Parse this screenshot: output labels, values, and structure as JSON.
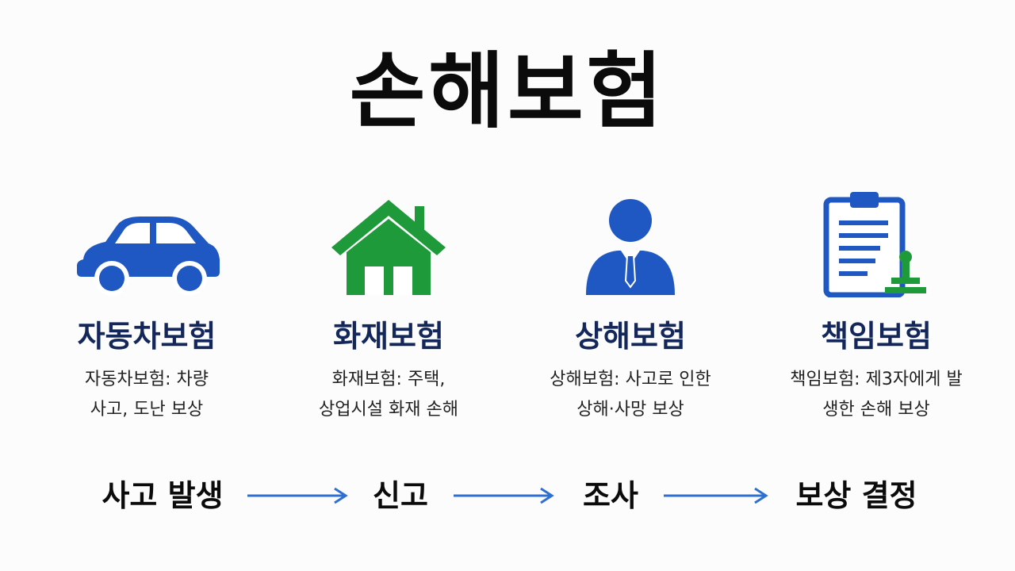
{
  "title": "손해보험",
  "categories": [
    {
      "icon": "car-icon",
      "name": "자동차보험",
      "desc_line1": "자동차보험: 차량",
      "desc_line2": "사고, 도난 보상"
    },
    {
      "icon": "house-icon",
      "name": "화재보험",
      "desc_line1": "화재보험: 주택,",
      "desc_line2": "상업시설 화재 손해"
    },
    {
      "icon": "person-icon",
      "name": "상해보험",
      "desc_line1": "상해보험: 사고로 인한",
      "desc_line2": "상해·사망 보상"
    },
    {
      "icon": "clipboard-stamp-icon",
      "name": "책임보험",
      "desc_line1": "책임보험: 제3자에게 발",
      "desc_line2": "생한 손해 보상"
    }
  ],
  "flow": {
    "steps": [
      "사고 발생",
      "신고",
      "조사",
      "보상 결정"
    ]
  },
  "colors": {
    "blue": "#1f58c3",
    "green": "#1e9a3a",
    "navy": "#14275a",
    "arrow": "#2f6fd0"
  }
}
